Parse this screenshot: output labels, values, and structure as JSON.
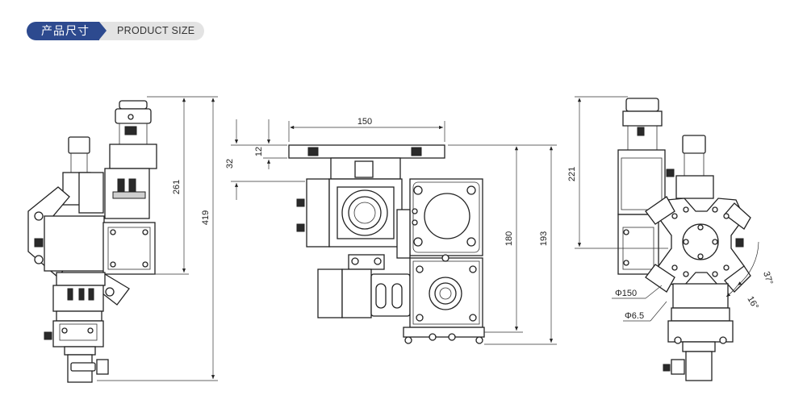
{
  "header": {
    "title_cn": "产品尺寸",
    "title_en": "PRODUCT SIZE"
  },
  "colors": {
    "accent": "#2d4a8f",
    "badge_bg": "#e3e3e3"
  },
  "dimensions": {
    "left_total": "419",
    "left_upper": "261",
    "middle_width": "150",
    "middle_flange": "12",
    "middle_top": "32",
    "middle_h1": "180",
    "middle_h2": "193",
    "right_height": "221",
    "right_bolt_circle": "Φ150",
    "right_hole": "Φ6.5",
    "right_angle_a": "37°",
    "right_angle_b": "16°"
  }
}
